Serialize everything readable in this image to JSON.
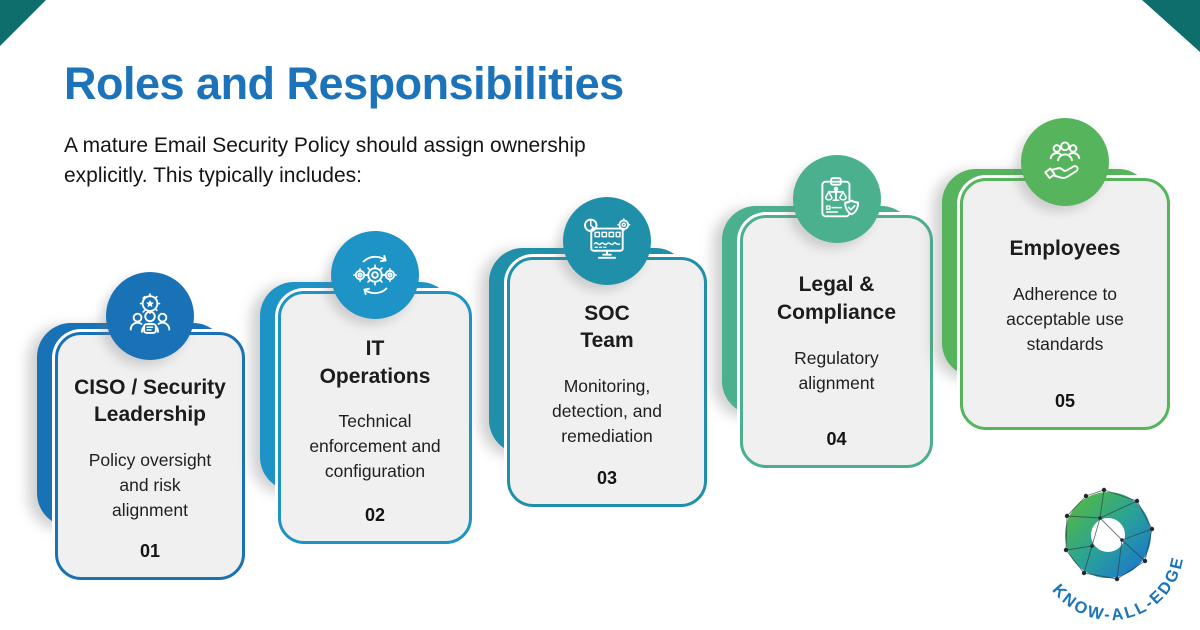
{
  "header": {
    "title": "Roles and Responsibilities",
    "subtitle": "A mature Email Security Policy should assign ownership\nexplicitly. This typically includes:"
  },
  "cards": [
    {
      "number": "01",
      "title": "CISO / Security\nLeadership",
      "description": "Policy oversight\nand risk\nalignment",
      "accent": "#1a72b6",
      "icon": "leadership-team-icon"
    },
    {
      "number": "02",
      "title": "IT\nOperations",
      "description": "Technical\nenforcement and\nconfiguration",
      "accent": "#1e93c6",
      "icon": "gears-sync-icon"
    },
    {
      "number": "03",
      "title": "SOC\nTeam",
      "description": "Monitoring,\ndetection, and\nremediation",
      "accent": "#2090aa",
      "icon": "security-monitor-icon"
    },
    {
      "number": "04",
      "title": "Legal &\nCompliance",
      "description": "Regulatory\nalignment",
      "accent": "#4bb08d",
      "icon": "legal-compliance-icon"
    },
    {
      "number": "05",
      "title": "Employees",
      "description": "Adherence to\nacceptable use\nstandards",
      "accent": "#55b45c",
      "icon": "employees-hand-icon"
    }
  ],
  "logo": {
    "text": "KNOW-ALL-EDGE",
    "colors": {
      "text": "#1b74bb",
      "gradient": [
        "#4eb54f",
        "#2aa395",
        "#1e7ec4"
      ]
    }
  },
  "decor": {
    "corner_triangle_color": "#0e6e6c"
  },
  "colors": {
    "title": "#1d73b9",
    "card_background": "#f0f0f0",
    "text_dark": "#1c1c1c"
  }
}
